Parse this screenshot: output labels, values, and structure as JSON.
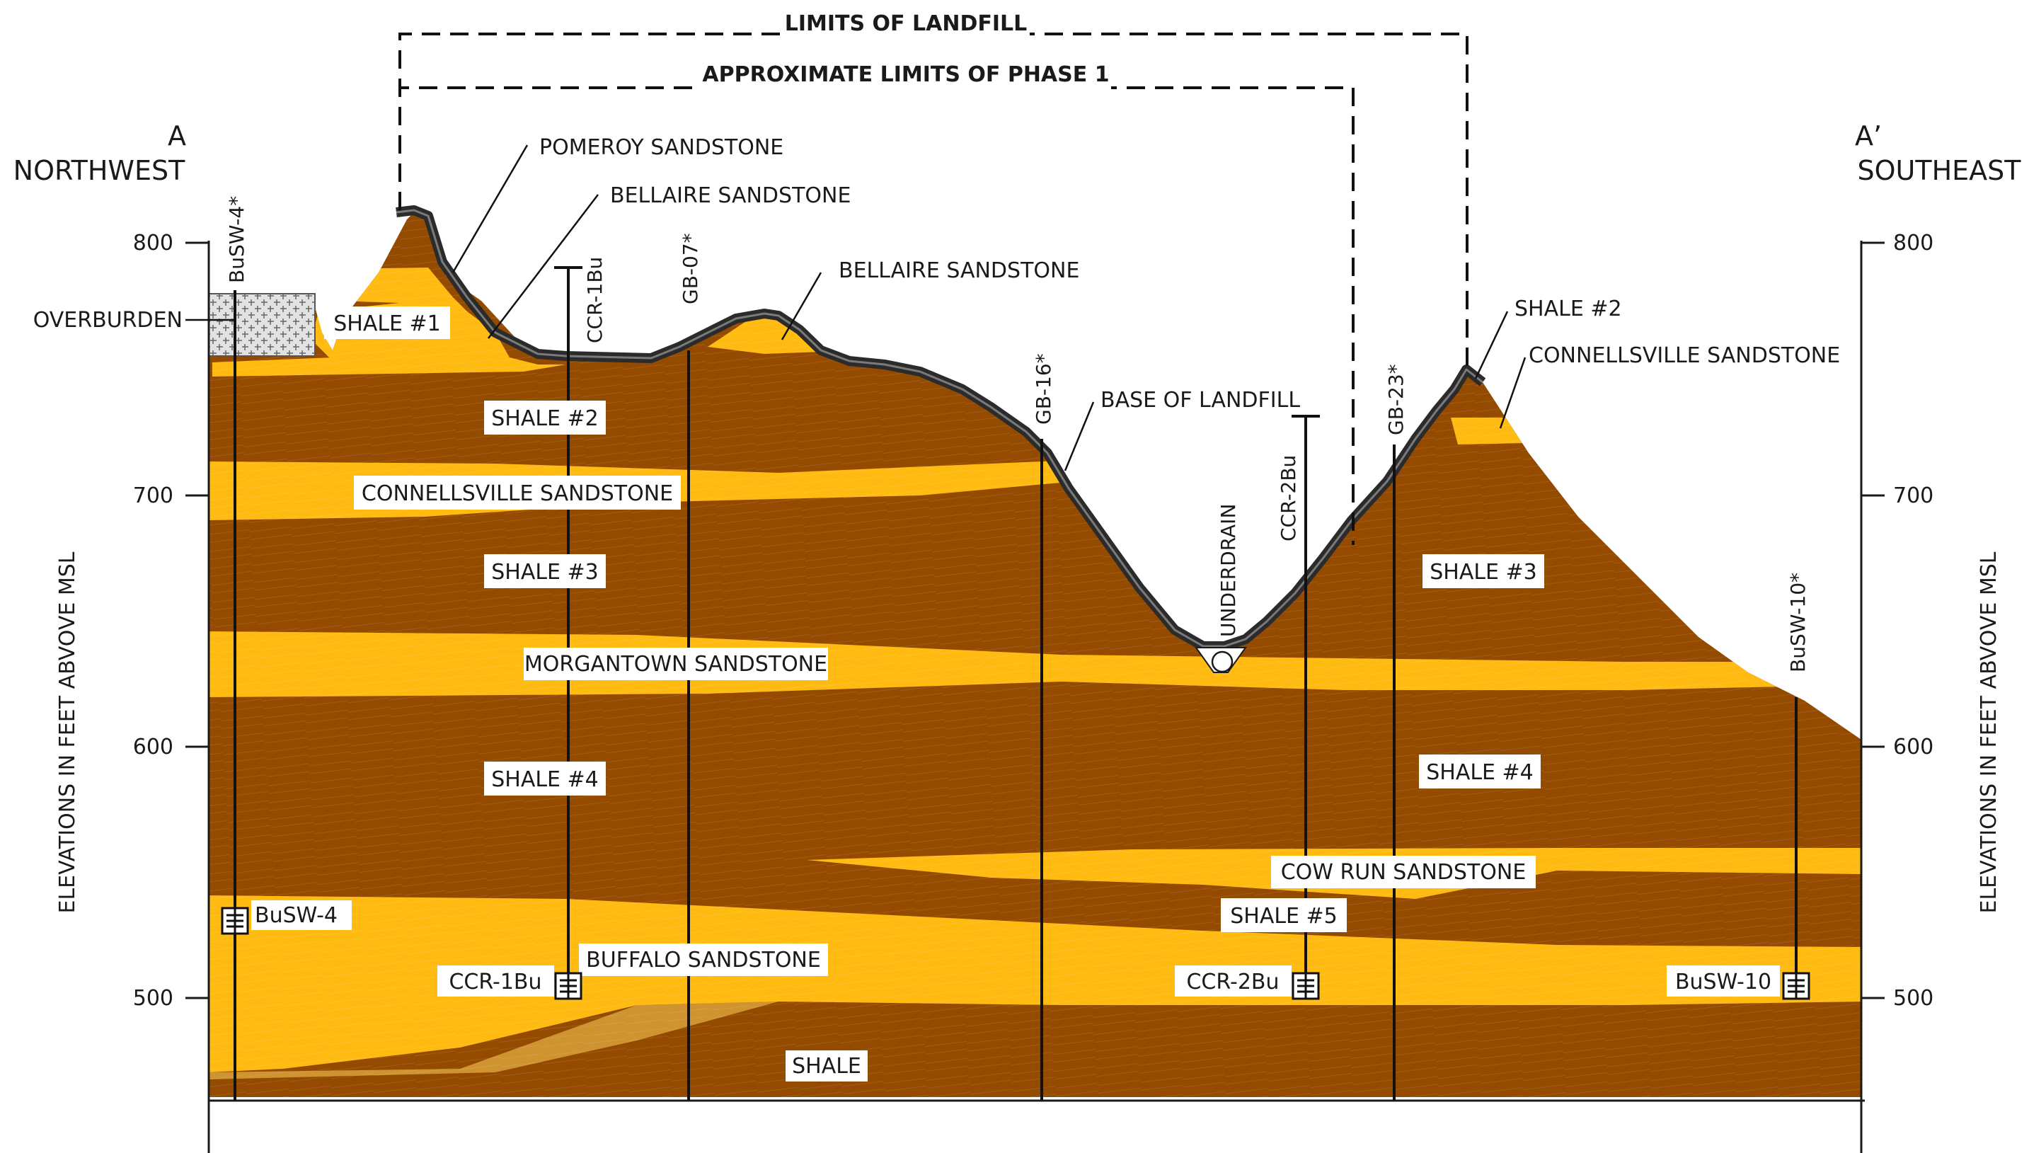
{
  "limits": {
    "landfill": "LIMITS OF LANDFILL",
    "phase1": "APPROXIMATE LIMITS OF PHASE 1"
  },
  "ends": {
    "left_letter": "A",
    "left_direction": "NORTHWEST",
    "right_letter": "A’",
    "right_direction": "SOUTHEAST"
  },
  "axis": {
    "left_title": "ELEVATIONS IN FEET ABVOVE MSL",
    "right_title": "ELEVATIONS IN FEET ABVOVE MSL",
    "ticks": [
      "800",
      "700",
      "600",
      "500"
    ],
    "elevation_range": [
      450,
      800
    ]
  },
  "callouts": {
    "pomeroy": "POMEROY SANDSTONE",
    "bellaire_1": "BELLAIRE SANDSTONE",
    "bellaire_2": "BELLAIRE SANDSTONE",
    "base_of_landfill": "BASE OF LANDFILL",
    "shale2_right": "SHALE #2",
    "connellsville_right": "CONNELLSVILLE SANDSTONE",
    "overburden": "OVERBURDEN",
    "underdrain": "UNDERDRAIN"
  },
  "units": {
    "shale1": "SHALE #1",
    "shale2": "SHALE #2",
    "connellsville": "CONNELLSVILLE SANDSTONE",
    "shale3_left": "SHALE #3",
    "shale3_right": "SHALE #3",
    "morgantown": "MORGANTOWN SANDSTONE",
    "shale4_left": "SHALE #4",
    "shale4_right": "SHALE #4",
    "cow_run": "COW RUN SANDSTONE",
    "shale5": "SHALE #5",
    "buffalo": "BUFFALO SANDSTONE",
    "shale_bottom": "SHALE"
  },
  "borings": {
    "busw4_top": "BuSW-4*",
    "ccr1bu_top": "CCR-1Bu",
    "gb07_top": "GB-07*",
    "gb16_top": "GB-16*",
    "ccr2bu_top": "CCR-2Bu",
    "gb23_top": "GB-23*",
    "busw10_top": "BuSW-10*"
  },
  "wells": {
    "busw4": "BuSW-4",
    "ccr1bu": "CCR-1Bu",
    "ccr2bu": "CCR-2Bu",
    "busw10": "BuSW-10"
  },
  "colors": {
    "shale": "#944b00",
    "sandstone": "#ffbb12",
    "liner": "#2b2b2b",
    "overburden": "#d4d4d4"
  }
}
